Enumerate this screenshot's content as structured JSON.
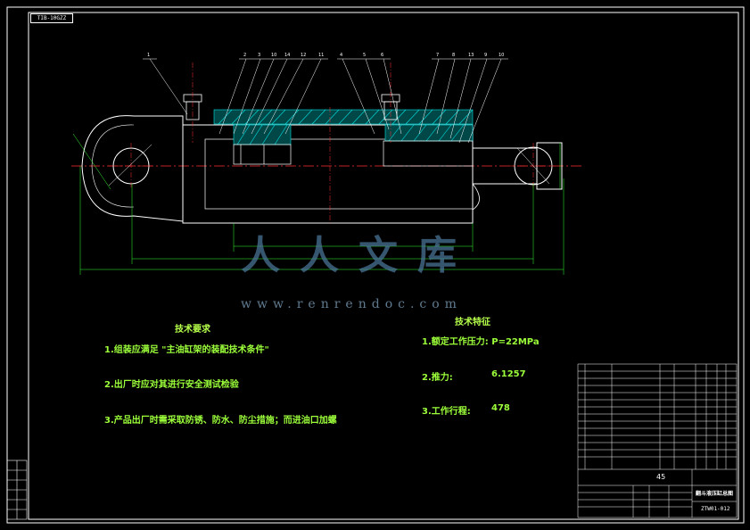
{
  "sheet_tag": "TIB-10GZZ",
  "watermark": {
    "brand_cn": "人人文库",
    "url": "www.renrendoc.com"
  },
  "tech_requirements": {
    "title": "技术要求",
    "items": [
      "1.组装应满足 \"主油缸架的装配技术条件\"",
      "2.出厂时应对其进行安全测试检验",
      "3.产品出厂时需采取防锈、防水、防尘措施；而进油口加螺"
    ]
  },
  "tech_specs": {
    "title": "技术特征",
    "items": [
      {
        "label": "1.额定工作压力: P=22MPa",
        "value": ""
      },
      {
        "label": "2.推力:",
        "value": "6.1257"
      },
      {
        "label": "3.工作行程:",
        "value": "478"
      }
    ]
  },
  "part_numbers": [
    "1",
    "2",
    "3",
    "10",
    "14",
    "12",
    "11",
    "4",
    "5",
    "6",
    "7",
    "8",
    "13",
    "9",
    "10"
  ],
  "title_block": {
    "material": "45",
    "drawing_name": "翻斗液压缸总图",
    "drawing_no": "ZTW01-012"
  },
  "colors": {
    "outline": "#ffffff",
    "hatch": "#00e5e5",
    "centerline": "#ff3030",
    "text": "#9cff3a",
    "dimension": "#33ff33"
  }
}
